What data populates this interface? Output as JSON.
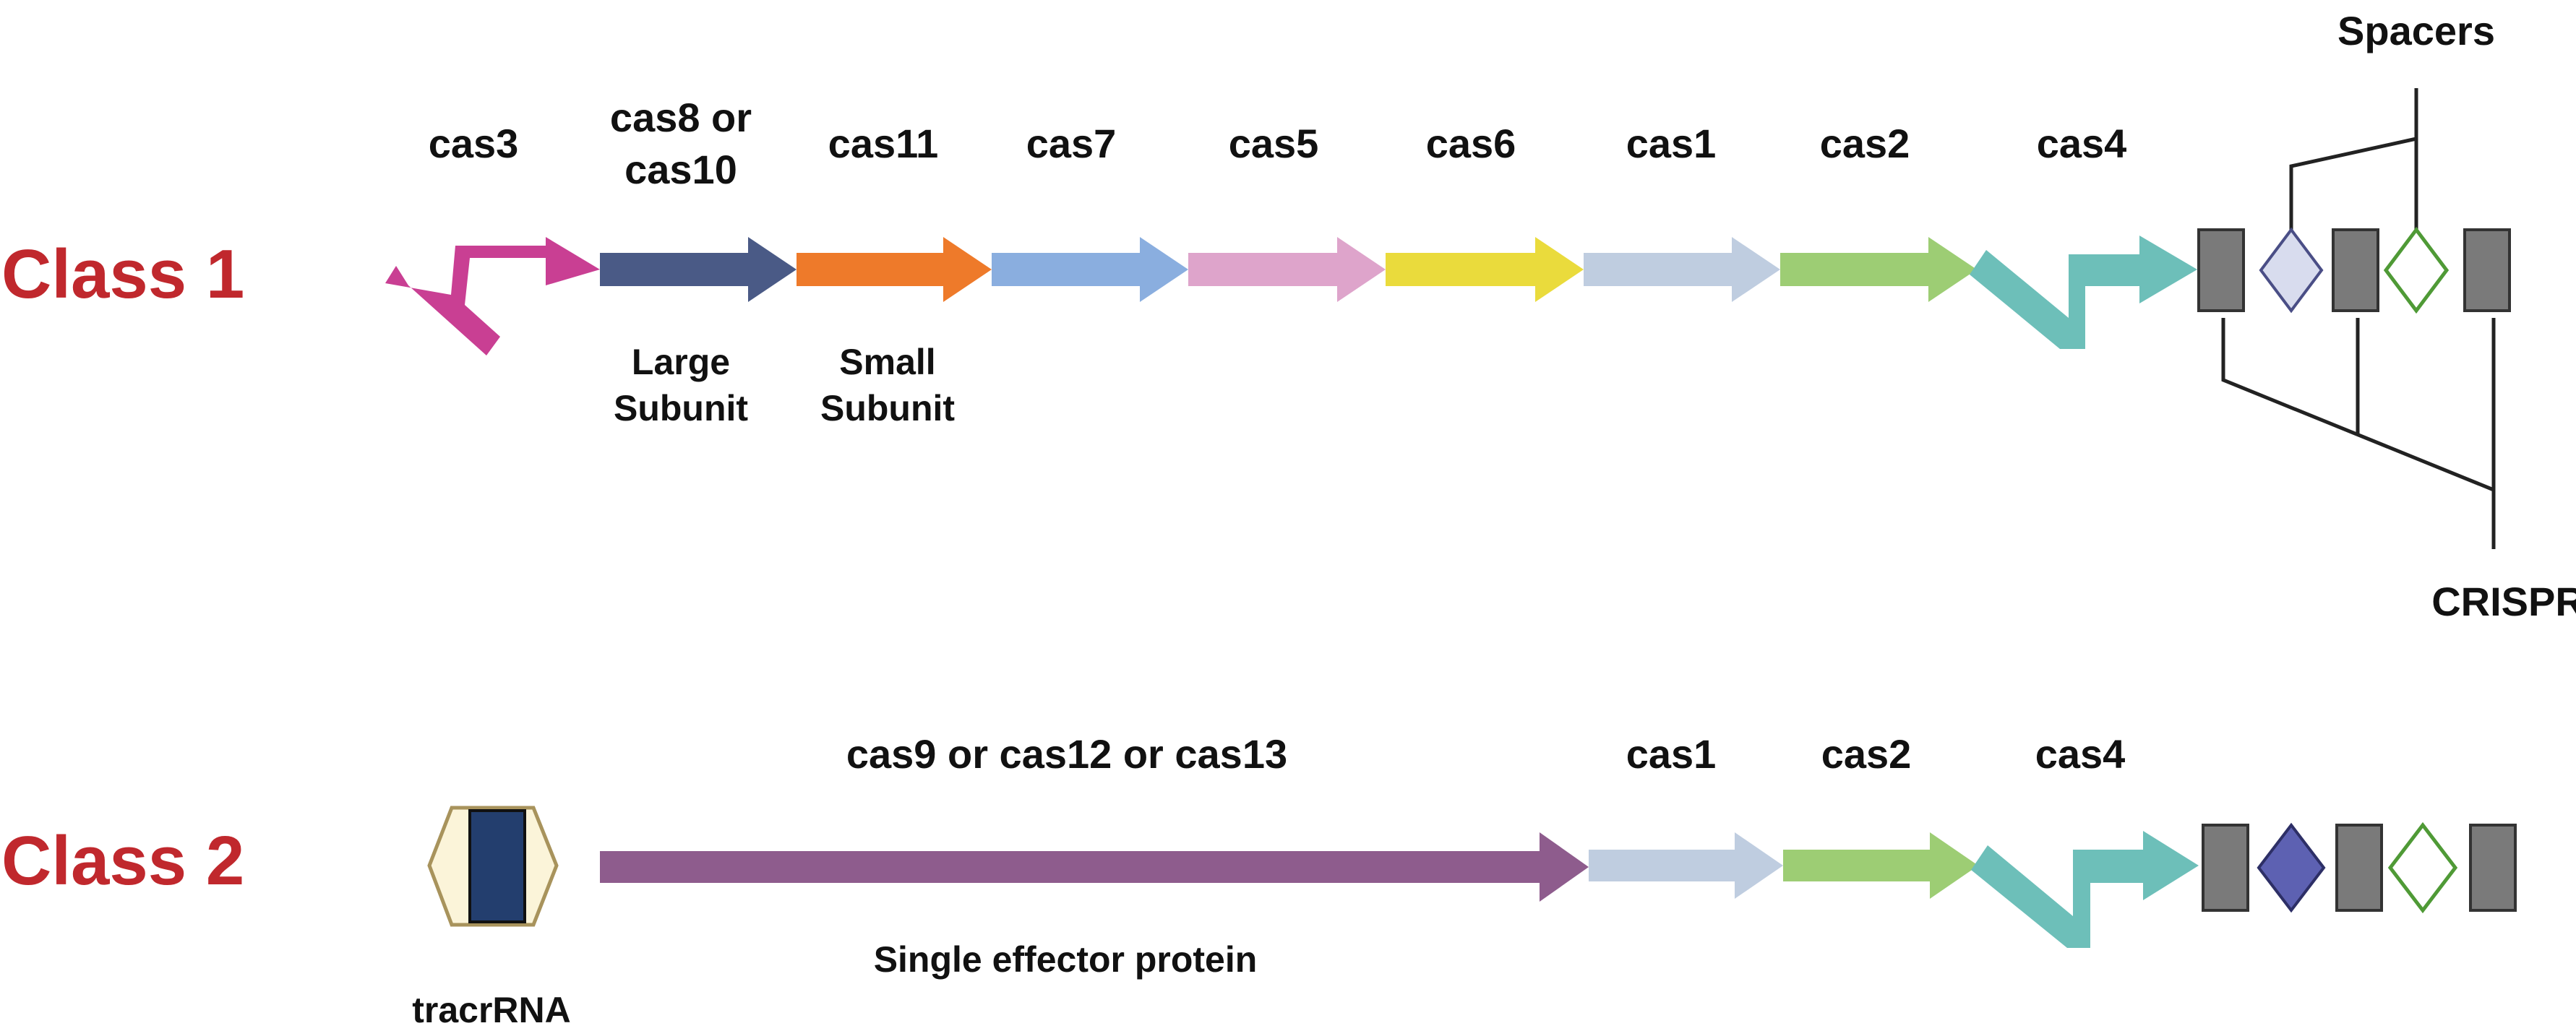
{
  "colors": {
    "class_label": "#c0282d",
    "cas3": "#c93f93",
    "cas8": "#4a5a86",
    "cas11": "#ee7a2a",
    "cas7": "#8aaedf",
    "cas5": "#dea4cb",
    "cas6": "#eadb3c",
    "cas1": "#bfcde0",
    "cas2": "#9dcd74",
    "cas4": "#6dbfb9",
    "cas9": "#8e5c8d",
    "tracr_outer": "#fbf4d9",
    "tracr_outline": "#a8935c",
    "tracr_inner": "#233e6e",
    "spacer_light": "#d8dcee",
    "spacer_light_stroke": "#4a4e86",
    "spacer_blue": "#5d61b2",
    "spacer_green_stroke": "#4f9a36",
    "repeat": "#7a7a7a"
  },
  "class1": {
    "label": "Class 1",
    "genes": {
      "cas3": "cas3",
      "cas8_line1": "cas8 or",
      "cas8_line2": "cas10",
      "cas11": "cas11",
      "cas7": "cas7",
      "cas5": "cas5",
      "cas6": "cas6",
      "cas1": "cas1",
      "cas2": "cas2",
      "cas4": "cas4"
    },
    "large_subunit_line1": "Large",
    "large_subunit_line2": "Subunit",
    "small_subunit_line1": "Small",
    "small_subunit_line2": "Subunit",
    "spacers_label": "Spacers",
    "crispr_label": "CRISPR"
  },
  "class2": {
    "label": "Class 2",
    "genes": {
      "effector": "cas9 or cas12 or cas13",
      "cas1": "cas1",
      "cas2": "cas2",
      "cas4": "cas4"
    },
    "effector_desc": "Single effector protein",
    "tracr_label": "tracrRNA"
  }
}
